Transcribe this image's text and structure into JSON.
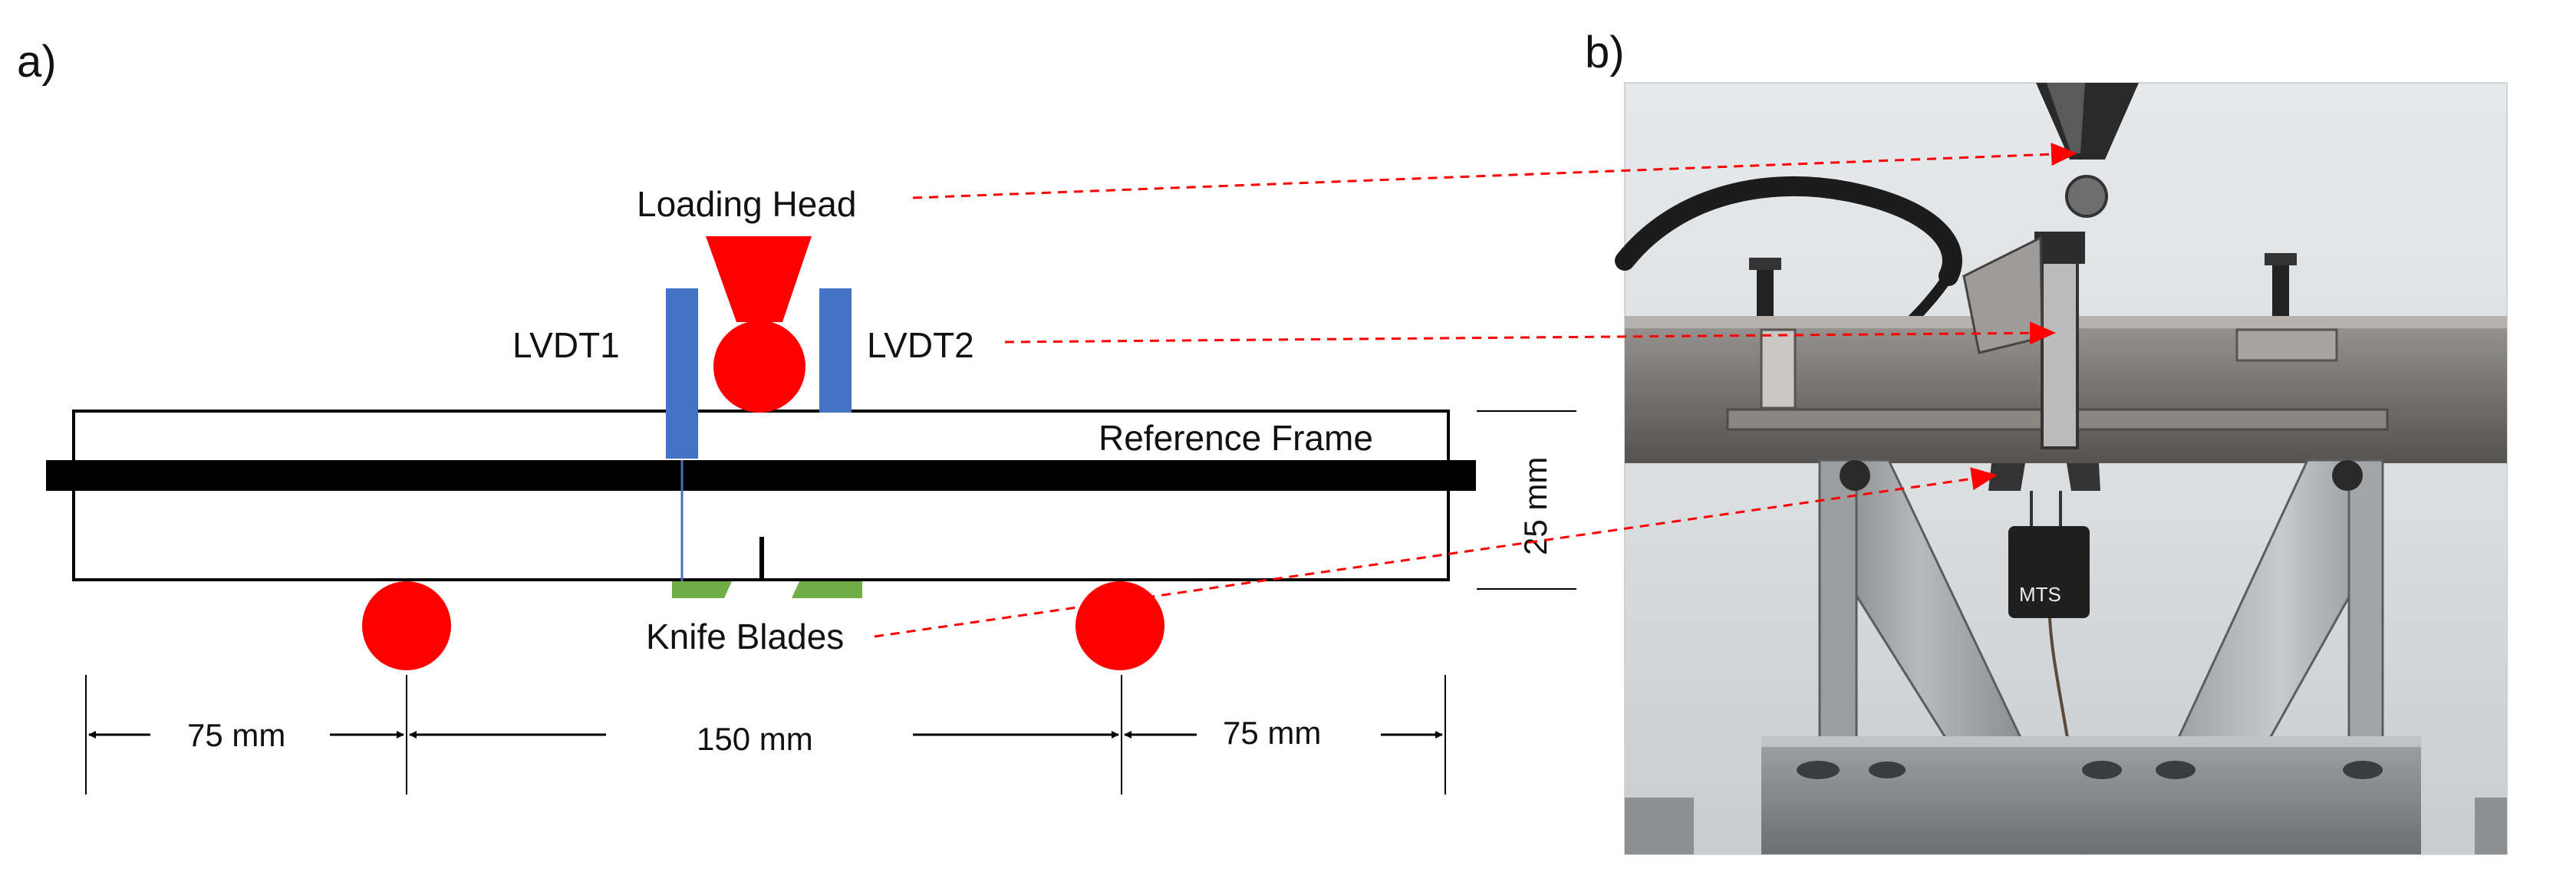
{
  "panels": {
    "a": {
      "label": "a)"
    },
    "b": {
      "label": "b)"
    }
  },
  "schematic": {
    "loading_head": "Loading Head",
    "lvdt1": "LVDT1",
    "lvdt2": "LVDT2",
    "reference_frame": "Reference Frame",
    "knife_blades": "Knife Blades",
    "height": "25 mm",
    "span_left": "75 mm",
    "span_center": "150 mm",
    "span_right": "75 mm"
  },
  "photo": {
    "device_label": "MTS"
  },
  "colors": {
    "loading_head": "#ff0000",
    "support": "#ff0000",
    "lvdt": "#4472c4",
    "knife_blade": "#70ad47",
    "beam": "#000000",
    "arrow": "#ff0000"
  }
}
